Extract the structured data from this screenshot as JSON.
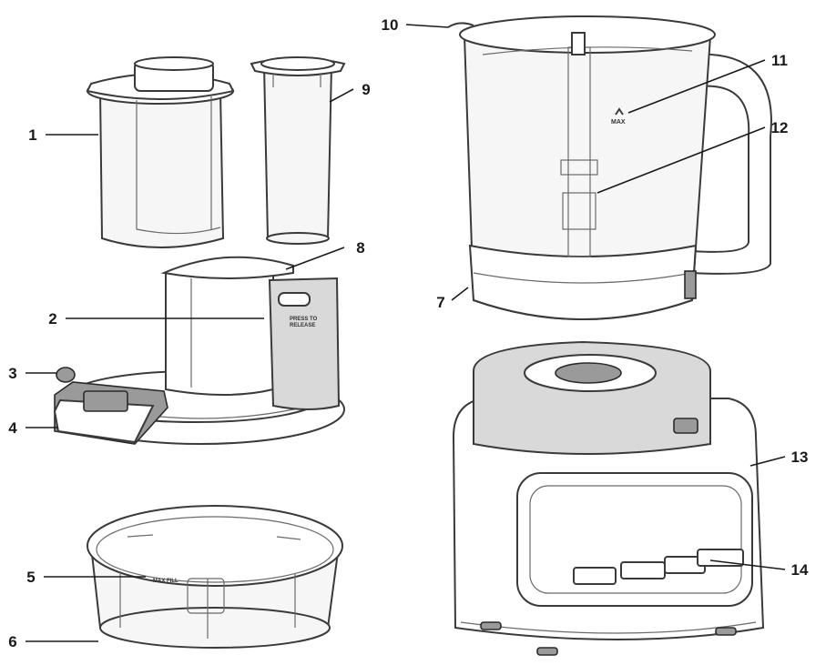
{
  "callouts": [
    {
      "num": "1",
      "name": "feed-chute-pusher-large"
    },
    {
      "num": "2",
      "name": "lid-safety-latch"
    },
    {
      "num": "3",
      "name": "lid-hinge"
    },
    {
      "num": "4",
      "name": "lid-latch-handle"
    },
    {
      "num": "5",
      "name": "bowl-max-fill-line"
    },
    {
      "num": "6",
      "name": "food-processor-bowl"
    },
    {
      "num": "7",
      "name": "pitcher-base"
    },
    {
      "num": "8",
      "name": "feed-chute"
    },
    {
      "num": "9",
      "name": "feed-chute-pusher-small"
    },
    {
      "num": "10",
      "name": "pitcher-spout"
    },
    {
      "num": "11",
      "name": "pitcher-max-line"
    },
    {
      "num": "12",
      "name": "stacked-blade-assembly"
    },
    {
      "num": "13",
      "name": "motor-base"
    },
    {
      "num": "14",
      "name": "control-panel"
    }
  ],
  "markings": {
    "pitcher_max": "MAX",
    "bowl_max_fill": "MAX FILL"
  }
}
